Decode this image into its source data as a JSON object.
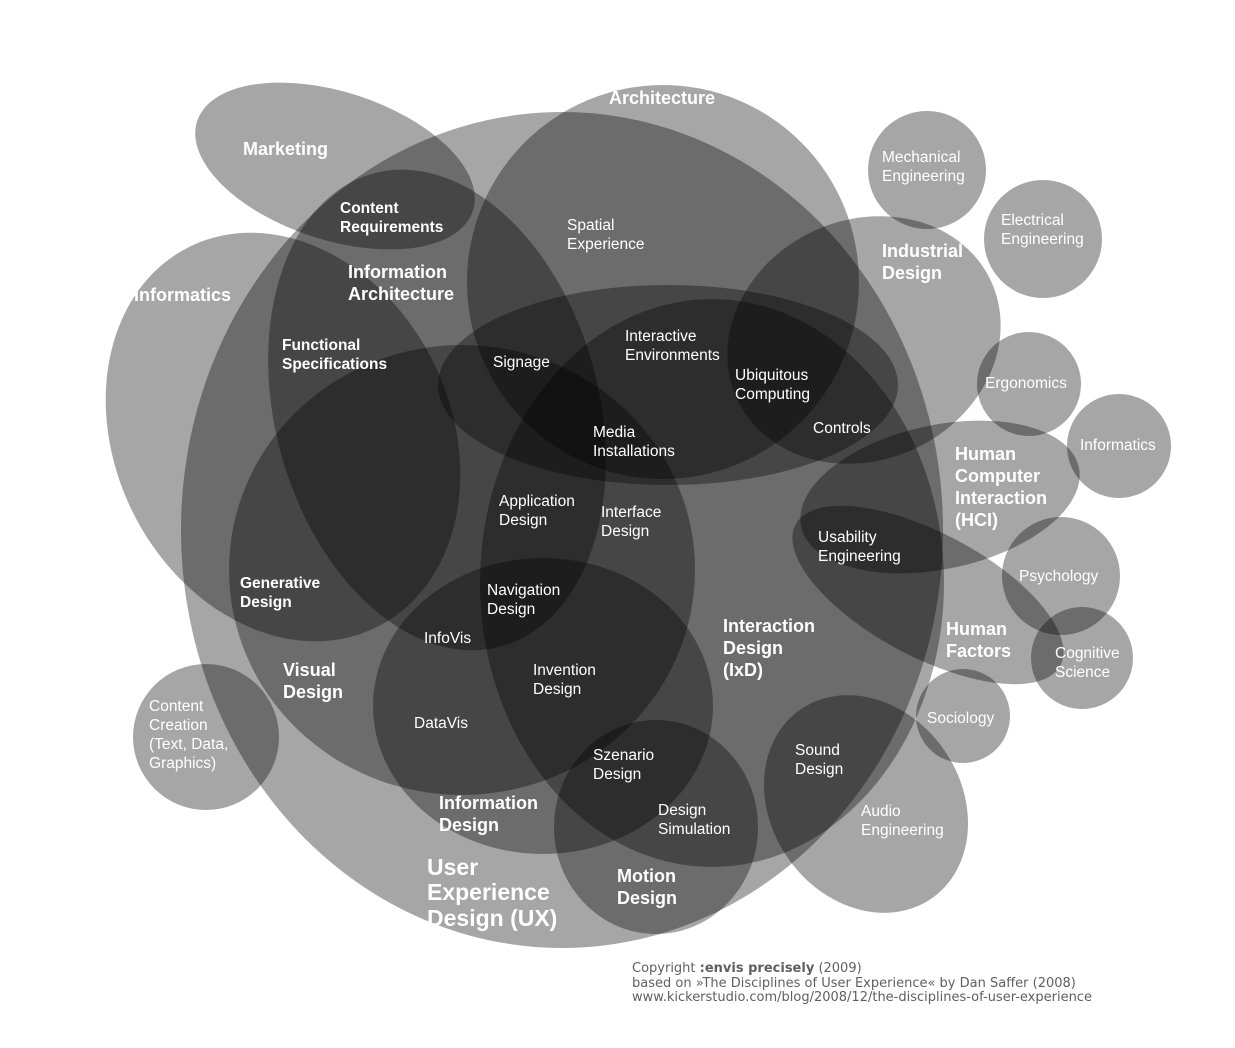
{
  "diagram": {
    "shape_color": "#000000",
    "label_color": "#ffffff",
    "labels": {
      "architecture": "Architecture",
      "marketing": "Marketing",
      "content_requirements": "Content\nRequirements",
      "spatial_experience": "Spatial\nExperience",
      "information_architecture": "Information\nArchitecture",
      "informatics_left": "Informatics",
      "functional_specifications": "Functional\nSpecifications",
      "signage": "Signage",
      "interactive_environments": "Interactive\nEnvironments",
      "ubiquitous_computing": "Ubiquitous\nComputing",
      "controls": "Controls",
      "media_installations": "Media\nInstallations",
      "application_design": "Application\nDesign",
      "interface_design": "Interface\nDesign",
      "usability_engineering": "Usability\nEngineering",
      "generative_design": "Generative\nDesign",
      "navigation_design": "Navigation\nDesign",
      "infovis": "InfoVis",
      "interaction_design": "Interaction\nDesign\n(IxD)",
      "visual_design": "Visual\nDesign",
      "invention_design": "Invention\nDesign",
      "datavis": "DataVis",
      "content_creation": "Content\nCreation\n(Text, Data,\nGraphics)",
      "szenario_design": "Szenario\nDesign",
      "sound_design": "Sound\nDesign",
      "information_design": "Information\nDesign",
      "design_simulation": "Design\nSimulation",
      "audio_engineering": "Audio\nEngineering",
      "motion_design": "Motion\nDesign",
      "user_experience_design": "User\nExperience\nDesign (UX)",
      "mechanical_engineering": "Mechanical\nEngineering",
      "electrical_engineering": "Electrical\nEngineering",
      "industrial_design": "Industrial\nDesign",
      "ergonomics": "Ergonomics",
      "informatics_right": "Informatics",
      "hci": "Human\nComputer\nInteraction\n(HCI)",
      "psychology": "Psychology",
      "human_factors": "Human\nFactors",
      "cognitive_science": "Cognitive\nScience",
      "sociology": "Sociology"
    }
  },
  "credits": {
    "line1_prefix": "Copyright ",
    "line1_author": ":envis precisely",
    "line1_year": " (2009)",
    "line2": "based on »The Disciplines of User Experience« by Dan Saffer (2008)",
    "line3": "www.kickerstudio.com/blog/2008/12/the-disciplines-of-user-experience"
  }
}
